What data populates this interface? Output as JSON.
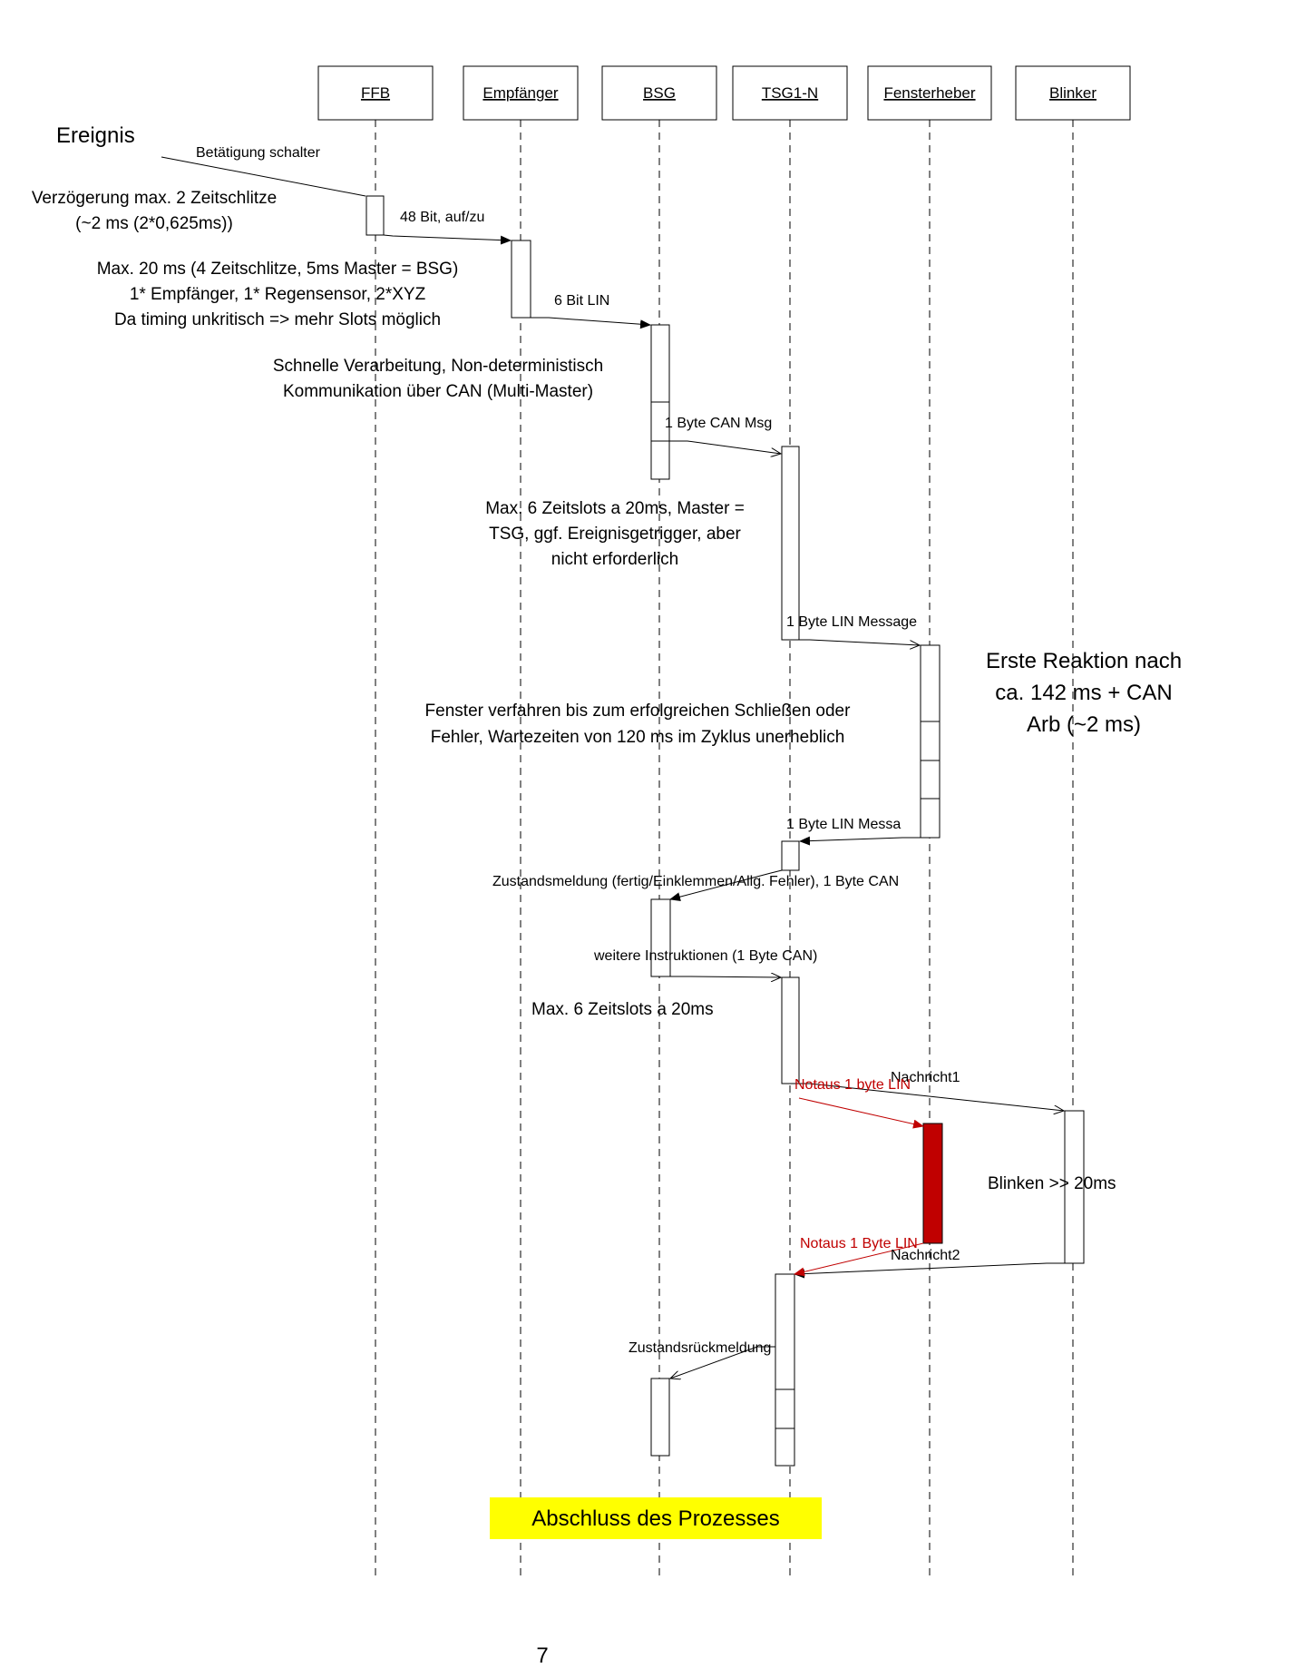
{
  "participants": [
    {
      "id": "ffb",
      "label": "FFB"
    },
    {
      "id": "empfaenger",
      "label": "Empfänger"
    },
    {
      "id": "bsg",
      "label": "BSG"
    },
    {
      "id": "tsg",
      "label": "TSG1-N"
    },
    {
      "id": "fensterheber",
      "label": "Fensterheber"
    },
    {
      "id": "blinker",
      "label": "Blinker"
    }
  ],
  "messages": [
    {
      "id": "betaetigung",
      "label": "Betätigung schalter"
    },
    {
      "id": "m48bit",
      "label": "48 Bit, auf/zu"
    },
    {
      "id": "m6bitlin",
      "label": "6 Bit LIN"
    },
    {
      "id": "m1bytecan",
      "label": "1 Byte CAN Msg"
    },
    {
      "id": "m1bytelin",
      "label": "1 Byte LIN Message"
    },
    {
      "id": "m1bytelin_back",
      "label": "1 Byte LIN Messa"
    },
    {
      "id": "zustandsmeldung",
      "label": "Zustandsmeldung (fertig/Einklemmen/Allg. Fehler), 1 Byte CAN"
    },
    {
      "id": "weitere",
      "label": "weitere Instruktionen (1 Byte CAN)"
    },
    {
      "id": "nachricht1",
      "label": "Nachricht1"
    },
    {
      "id": "notaus1",
      "label": "Notaus 1 byte LIN"
    },
    {
      "id": "nachricht2",
      "label": "Nachricht2"
    },
    {
      "id": "notaus2",
      "label": "Notaus 1 Byte LIN"
    },
    {
      "id": "zustandsrueck",
      "label": "Zustandsrückmeldung"
    }
  ],
  "notes": {
    "ereignis": "Ereignis",
    "verzoegerung": [
      "Verzögerung max. 2 Zeitschlitze",
      "(~2 ms (2*0,625ms))"
    ],
    "max20": [
      "Max. 20 ms (4 Zeitschlitze, 5ms Master = BSG)",
      "1* Empfänger, 1* Regensensor, 2*XYZ",
      "Da timing unkritisch => mehr Slots möglich"
    ],
    "schnelle": [
      "Schnelle Verarbeitung, Non-deterministisch",
      "Kommunikation über CAN (Multi-Master)"
    ],
    "max6a": [
      "Max. 6 Zeitslots a 20ms, Master =",
      "TSG, ggf. Ereignisgetrigger, aber",
      "nicht erforderlich"
    ],
    "erste": [
      "Erste Reaktion nach",
      "ca. 142 ms + CAN",
      "Arb (~2 ms)"
    ],
    "fenster": [
      "Fenster verfahren bis zum erfolgreichen Schließen oder",
      "Fehler, Wartezeiten von 120 ms im Zyklus unerheblich"
    ],
    "max6b": "Max. 6 Zeitslots a 20ms",
    "blinken": "Blinken >> 20ms",
    "abschluss": "Abschluss des Prozesses"
  },
  "page_number": "7",
  "colors": {
    "line": "#000000",
    "alert": "#c00000",
    "alert_fill": "#c00000",
    "highlight": "#ffff00"
  }
}
